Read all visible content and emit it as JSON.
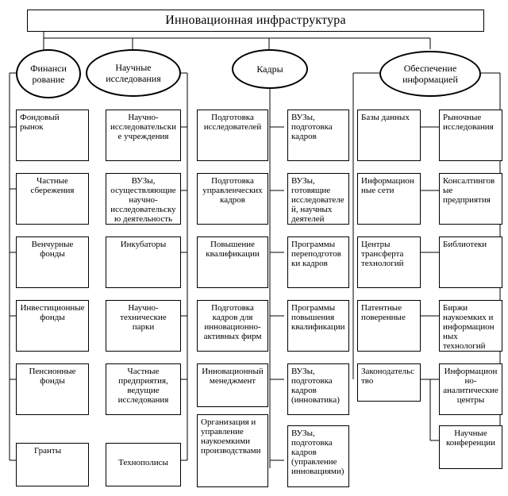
{
  "title": "Инновационная инфраструктура",
  "categories": {
    "finance": "Финанси рование",
    "research": "Научные исследования",
    "personnel": "Кадры",
    "information": "Обеспечение информацией"
  },
  "finance_items": [
    "Фондовый рынок",
    "Частные сбережения",
    "Венчурные фонды",
    "Инвестиционные фонды",
    "Пенсионные фонды",
    "Гранты"
  ],
  "research_items": [
    "Научно-исследовательские учреждения",
    "ВУЗы, осуществляющие научно-исследовательскую деятельность",
    "Инкубаторы",
    "Научно-технические парки",
    "Частные предприятия, ведущие исследования",
    "Технополисы"
  ],
  "personnel_left": [
    "Подготовка исследователей",
    "Подготовка управленческих кадров",
    "Повышение квалификации",
    "Подготовка кадров для инновационно-активных фирм",
    "Инновационный менеджмент",
    "Организация и управление наукоемкими производствами"
  ],
  "personnel_right": [
    "ВУЗы, подготовка кадров",
    "ВУЗы, готовящие исследователей, научных деятелей",
    "Программы переподготовки кадров",
    "Программы повышения квалификации",
    "ВУЗы, подготовка кадров (инноватика)",
    "ВУЗы, подготовка кадров (управление инновациями)"
  ],
  "info_left": [
    "Базы данных",
    "Информационные сети",
    "Центры трансферта технологий",
    "Патентные поверенные",
    "Законодательство"
  ],
  "info_right": [
    "Рыночные исследования",
    "Консалтинговые предприятия",
    "Библиотеки",
    "Биржи наукоемких и информационных технологий",
    "Информационно-аналитические центры",
    "Научные конференции"
  ]
}
